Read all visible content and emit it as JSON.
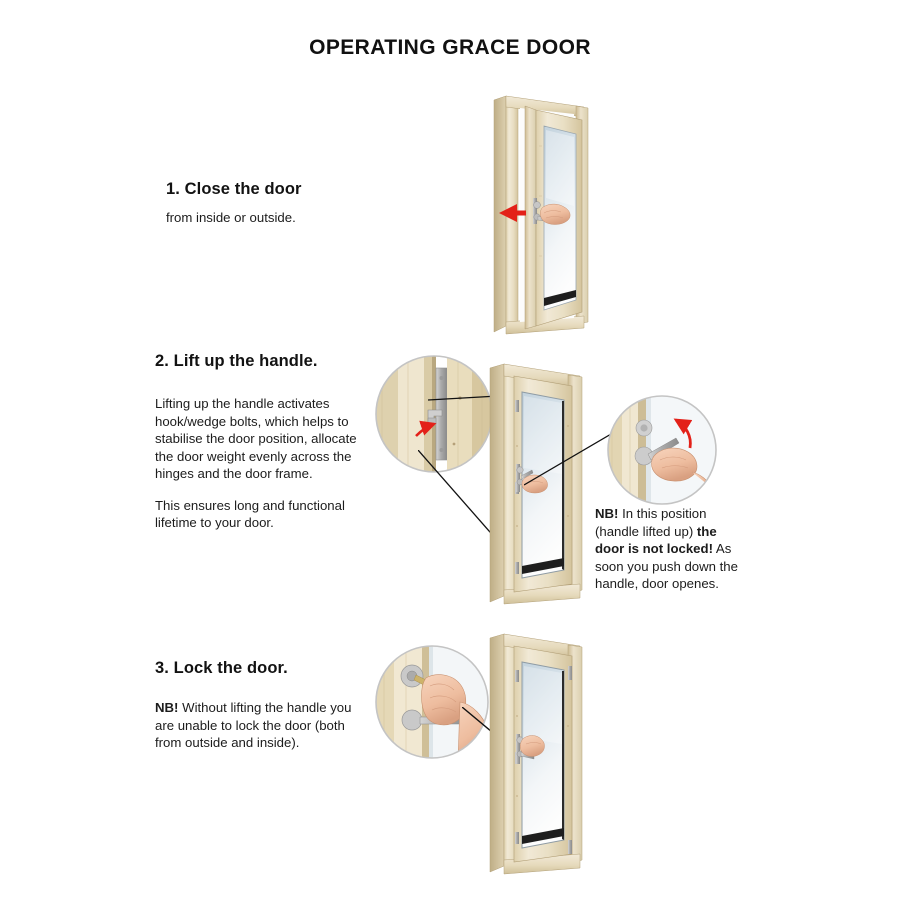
{
  "document": {
    "title": "OPERATING GRACE DOOR"
  },
  "steps": [
    {
      "heading": "1. Close the door",
      "body": [
        "from inside or outside."
      ],
      "illustration": {
        "name": "door-open-with-hand-on-handle",
        "arrow": "red-arrow-pointing-left",
        "door_state": "open"
      }
    },
    {
      "heading": "2. Lift up the handle.",
      "body": [
        "Lifting up the handle activates hook/wedge bolts, which helps to stabilise the door position, allocate the door weight evenly across the hinges and the door frame.",
        "This ensures long and functional lifetime to your door."
      ],
      "note": {
        "lead": "NB!",
        "text_1": " In this position (handle lifted up) ",
        "bold_1": "the door is not locked!",
        "text_2": " As soon you push down the handle, door openes."
      },
      "illustration": {
        "name": "door-closed-with-detail-callouts",
        "door_state": "closed",
        "detail_left": "hook-wedge-bolt-detail",
        "detail_right": "hand-lifting-handle-detail"
      }
    },
    {
      "heading": "3. Lock the door.",
      "note": {
        "lead": "NB!",
        "text_1": " Without lifting the handle you are unable to lock the door (both from outside and inside)."
      },
      "illustration": {
        "name": "door-closed-with-key-detail",
        "door_state": "closed",
        "detail_left": "hand-turning-key-detail"
      }
    }
  ],
  "colors": {
    "wood_light": "#f2ead6",
    "wood_mid": "#e4d8ba",
    "wood_dark": "#cdbd95",
    "wood_shadow": "#b8a77f",
    "glass_top": "#c9d6e0",
    "glass_bottom": "#fdfdfd",
    "metal": "#b9b9b9",
    "metal_dark": "#8e8e8e",
    "skin": "#f0c3a8",
    "skin_shade": "#d79f81",
    "arrow_red": "#e32119",
    "leader_line": "#111111",
    "text": "#1a1a1a"
  }
}
